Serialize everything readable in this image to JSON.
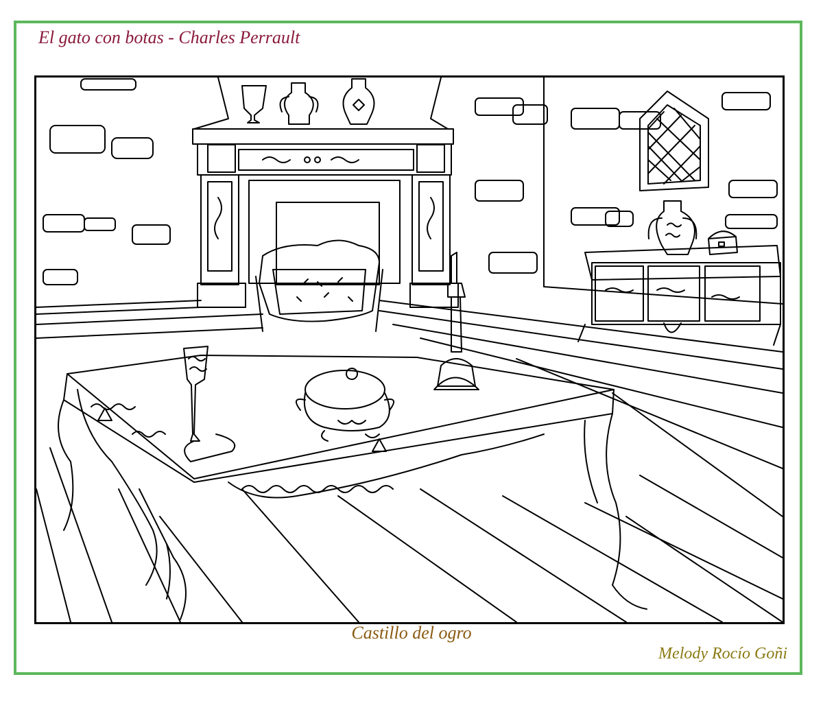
{
  "header": {
    "title": "El gato con botas - Charles Perrault"
  },
  "illustration": {
    "caption": "Castillo del ogro"
  },
  "footer": {
    "author": "Melody Rocío Goñi"
  },
  "colors": {
    "border": "#5cb85c",
    "title": "#8b1a3c",
    "caption": "#8a5a12",
    "author": "#8a7a12",
    "line_art": "#000000"
  }
}
